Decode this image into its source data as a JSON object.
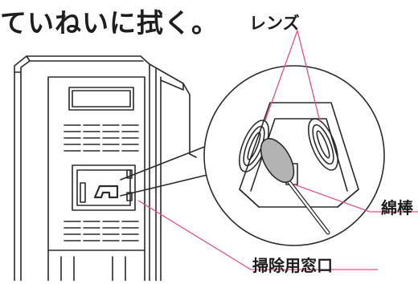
{
  "heading": "ていねいに拭く。",
  "callouts": {
    "lens": "レンズ",
    "cotton_swab": "綿棒",
    "cleaning_port": "掃除用窓口"
  },
  "colors": {
    "leader_line": "#e0518a",
    "outline": "#2a2a2a",
    "swab_tip": "#b3b3b3"
  }
}
